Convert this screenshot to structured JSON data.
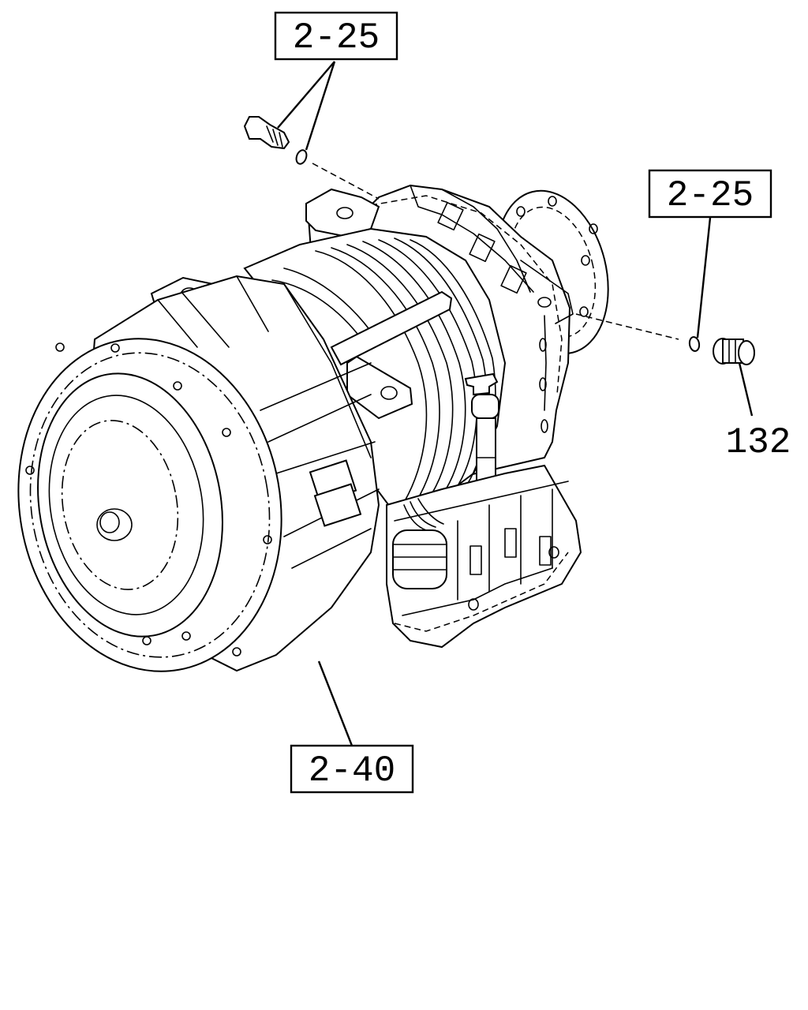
{
  "diagram": {
    "callouts": {
      "top_left_ref": "2-25",
      "top_right_ref": "2-25",
      "bottom_ref": "2-40",
      "part_number": "132"
    },
    "line_color": "#000000",
    "background": "#ffffff"
  }
}
